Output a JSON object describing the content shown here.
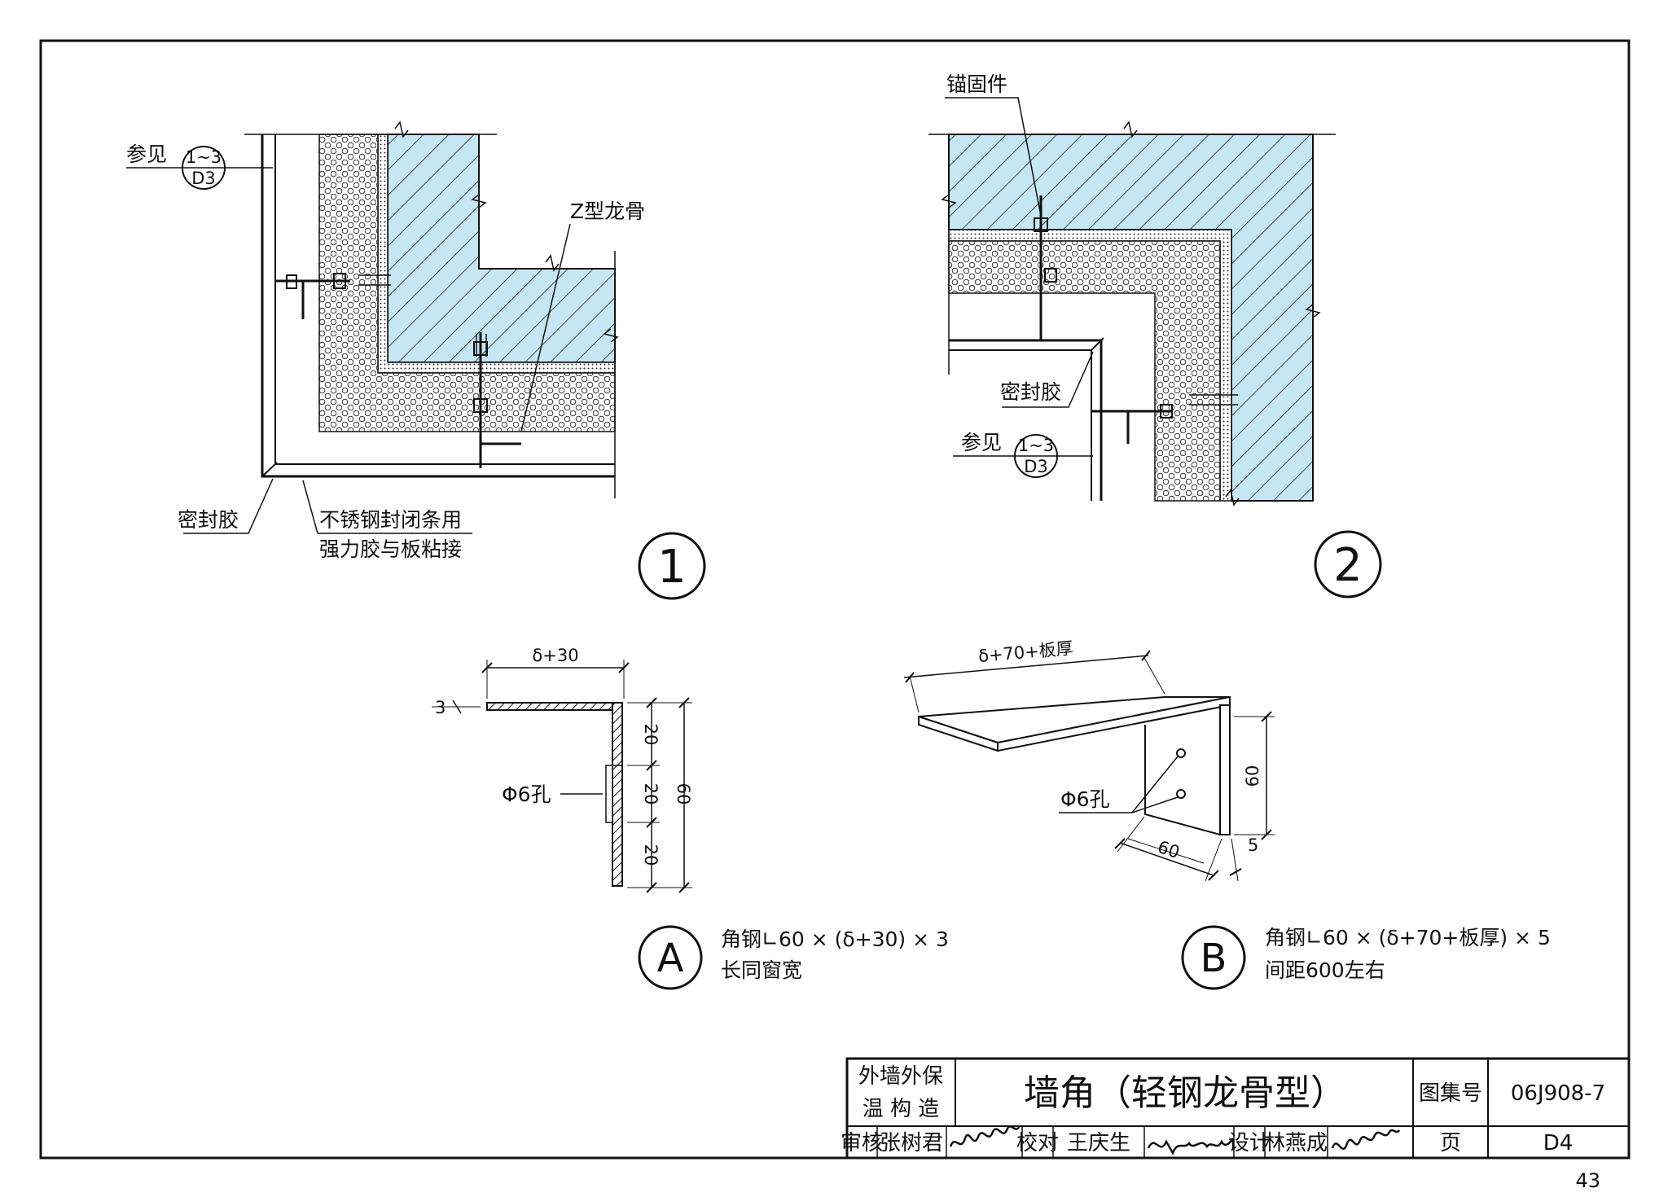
{
  "detail1": {
    "label_ref": "参见",
    "ref_top": "1~3",
    "ref_bottom": "D3",
    "label_z": "Z型龙骨",
    "label_sealant": "密封胶",
    "label_strip_1": "不锈钢封闭条用",
    "label_strip_2": "强力胶与板粘接",
    "number": "1"
  },
  "detail2": {
    "label_anchor": "锚固件",
    "label_sealant": "密封胶",
    "label_ref": "参见",
    "ref_top": "1~3",
    "ref_bottom": "D3",
    "number": "2"
  },
  "detailA": {
    "dim_width": "δ+30",
    "dim_20a": "20",
    "dim_20b": "20",
    "dim_20c": "20",
    "dim_60": "60",
    "dim_3": "3",
    "label_hole": "Φ6孔",
    "letter": "A",
    "spec": "角钢∟60 × (δ+30) × 3",
    "spec2": "长同窗宽"
  },
  "detailB": {
    "dim_width": "δ+70+板厚",
    "dim_60_v": "60",
    "dim_60_h": "60",
    "dim_5": "5",
    "label_hole": "Φ6孔",
    "letter": "B",
    "spec": "角钢∟60 × (δ+70+板厚) × 5",
    "spec2": "间距600左右"
  },
  "titleblock": {
    "category_1": "外墙外保",
    "category_2": "温 构 造",
    "title": "墙角（轻钢龙骨型）",
    "atlas_label": "图集号",
    "atlas_no": "06J908-7",
    "review_label": "审核",
    "reviewer": "张树君",
    "check_label": "校对",
    "checker": "王庆生",
    "design_label": "设计",
    "designer": "林燕成",
    "page_label": "页",
    "page_code": "D4"
  },
  "page_number": "43",
  "colors": {
    "concrete": "#c5e7f3",
    "line": "#111111"
  }
}
